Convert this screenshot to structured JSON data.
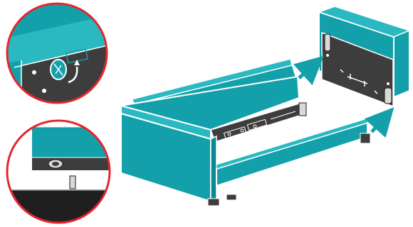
{
  "colors": {
    "fabric": "#14a0aa",
    "fabric_light": "#2ab9c1",
    "fabric_dark": "#0d8791",
    "frame_dark": "#3d3d3d",
    "metal": "#d9d9d9",
    "callout_ring": "#e3262e",
    "outline": "#ffffff",
    "ink": "#1a1a1a"
  },
  "icons": {
    "arrow": "curved-arrow",
    "screw": "knob-screw",
    "bolt": "bolt"
  }
}
